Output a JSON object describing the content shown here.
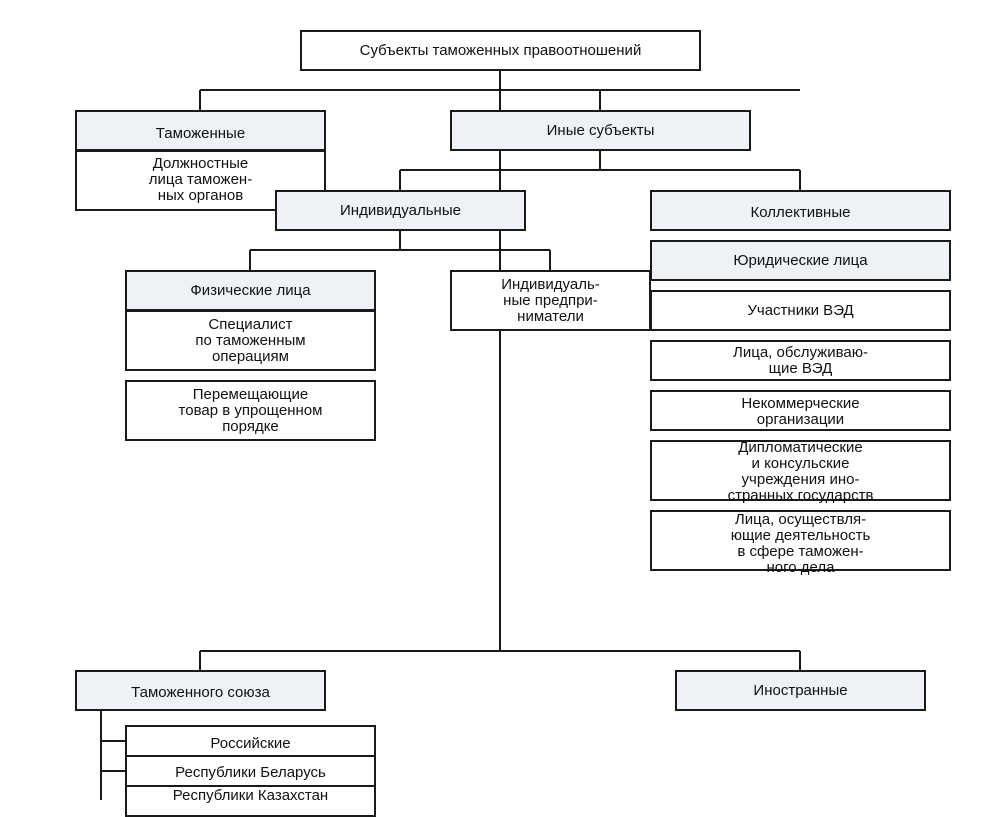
{
  "root": "Субъекты таможенных правоотношений",
  "customs": "Таможенные",
  "officials": "Должностные\nлица таможен-\nных органов",
  "other_subjects": "Иные субъекты",
  "individual": "Индивидуальные",
  "collective": "Коллективные",
  "physical_persons": "Физические лица",
  "specialist": "Специалист\nпо таможенным\nоперациям",
  "movers": "Перемещающие\nтовар в упрощенном\nпорядке",
  "entrepreneurs": "Индивидуаль-\nные предпри-\nниматели",
  "legal_entities": "Юридические лица",
  "fea_participants": "Участники ВЭД",
  "fea_servicing": "Лица, обслуживаю-\nщие ВЭД",
  "noncommercial": "Некоммерческие\nорганизации",
  "diplomatic": "Дипломатические\nи консульские\nучреждения ино-\nстранных государств",
  "customs_activity": "Лица, осуществля-\nющие деятельность\nв сфере таможен-\nного дела",
  "customs_union": "Таможенного союза",
  "foreign": "Иностранные",
  "russian": "Российские",
  "belarus": "Республики Беларусь",
  "kazakhstan": "Республики Казахстан"
}
